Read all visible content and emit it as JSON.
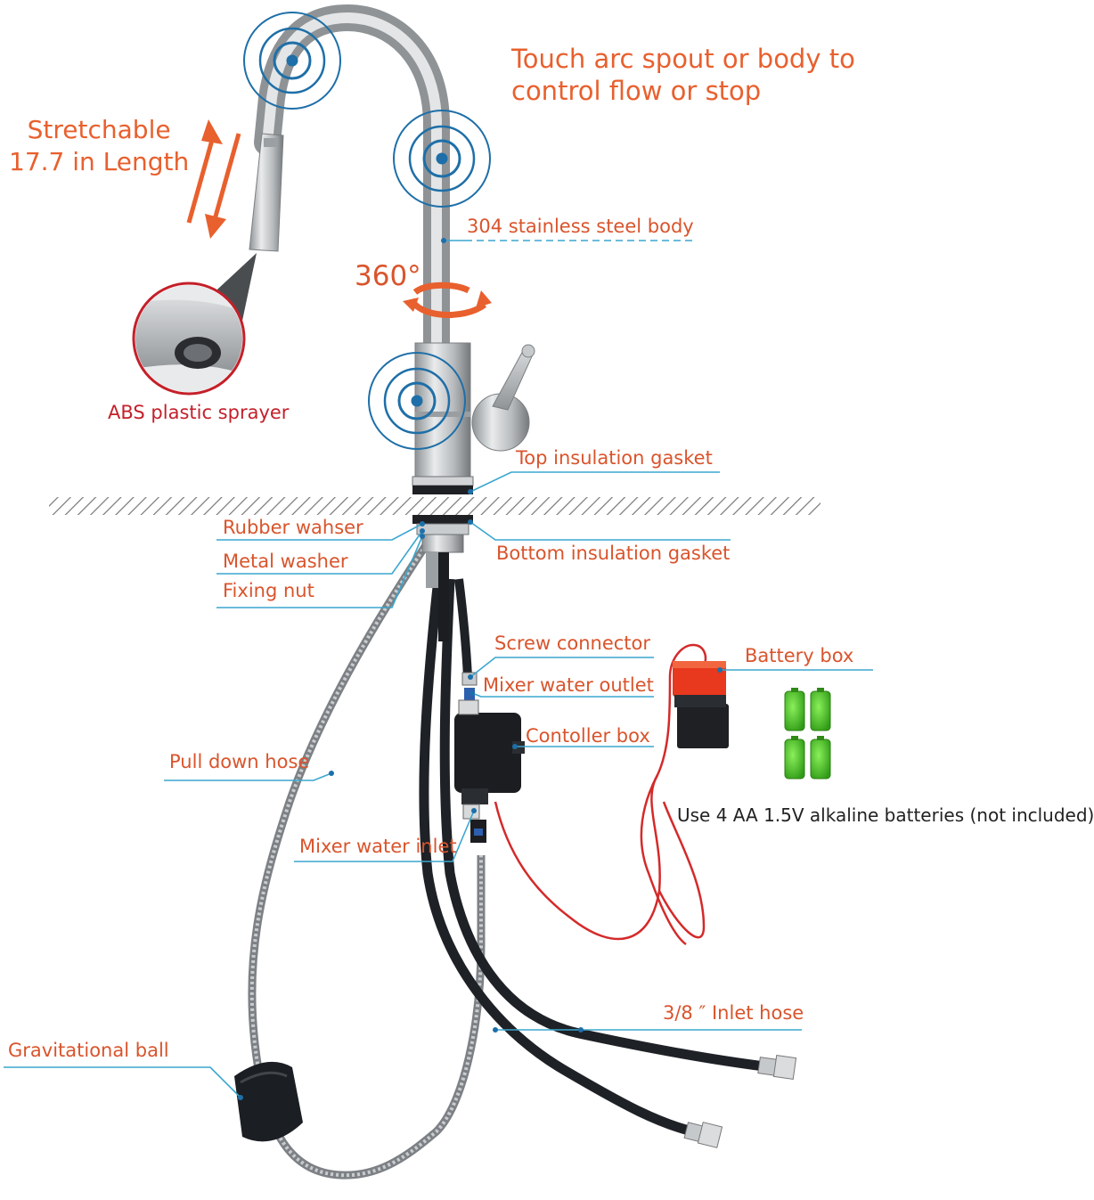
{
  "headline": {
    "line1": "Touch arc spout or body to",
    "line2": "control flow or stop"
  },
  "stretch": {
    "line1": "Stretchable",
    "line2": "17.7 in Length"
  },
  "rotation": {
    "label": "360°"
  },
  "labels": {
    "body": "304 stainless steel body",
    "sprayer": "ABS plastic sprayer",
    "top_gasket": "Top insulation gasket",
    "rubber_washer": "Rubber wahser",
    "metal_washer": "Metal washer",
    "fixing_nut": "Fixing nut",
    "bottom_gasket": "Bottom insulation gasket",
    "screw_connector": "Screw connector",
    "mixer_outlet": "Mixer water outlet",
    "battery_box": "Battery box",
    "controller_box": "Contoller box",
    "pull_down_hose": "Pull down hose",
    "batteries_note": "Use 4 AA 1.5V alkaline batteries (not included)",
    "mixer_inlet": "Mixer water inlet",
    "inlet_hose": "3/8 ″ Inlet hose",
    "grav_ball": "Gravitational ball"
  },
  "colors": {
    "label_orange": "#d9542c",
    "sprayer_red": "#c4202a",
    "leader_blue": "#3aa6cf",
    "touch_ring": "#1e6fa8",
    "battery_green": "#3dbb1e",
    "wire_red": "#d42a2a",
    "steel": "#b9bcbf",
    "hose_black": "#1e2126"
  },
  "icons": [
    "touch-ring-icon",
    "rotation-arrow-icon",
    "stretch-arrow-icon",
    "battery-icon"
  ]
}
